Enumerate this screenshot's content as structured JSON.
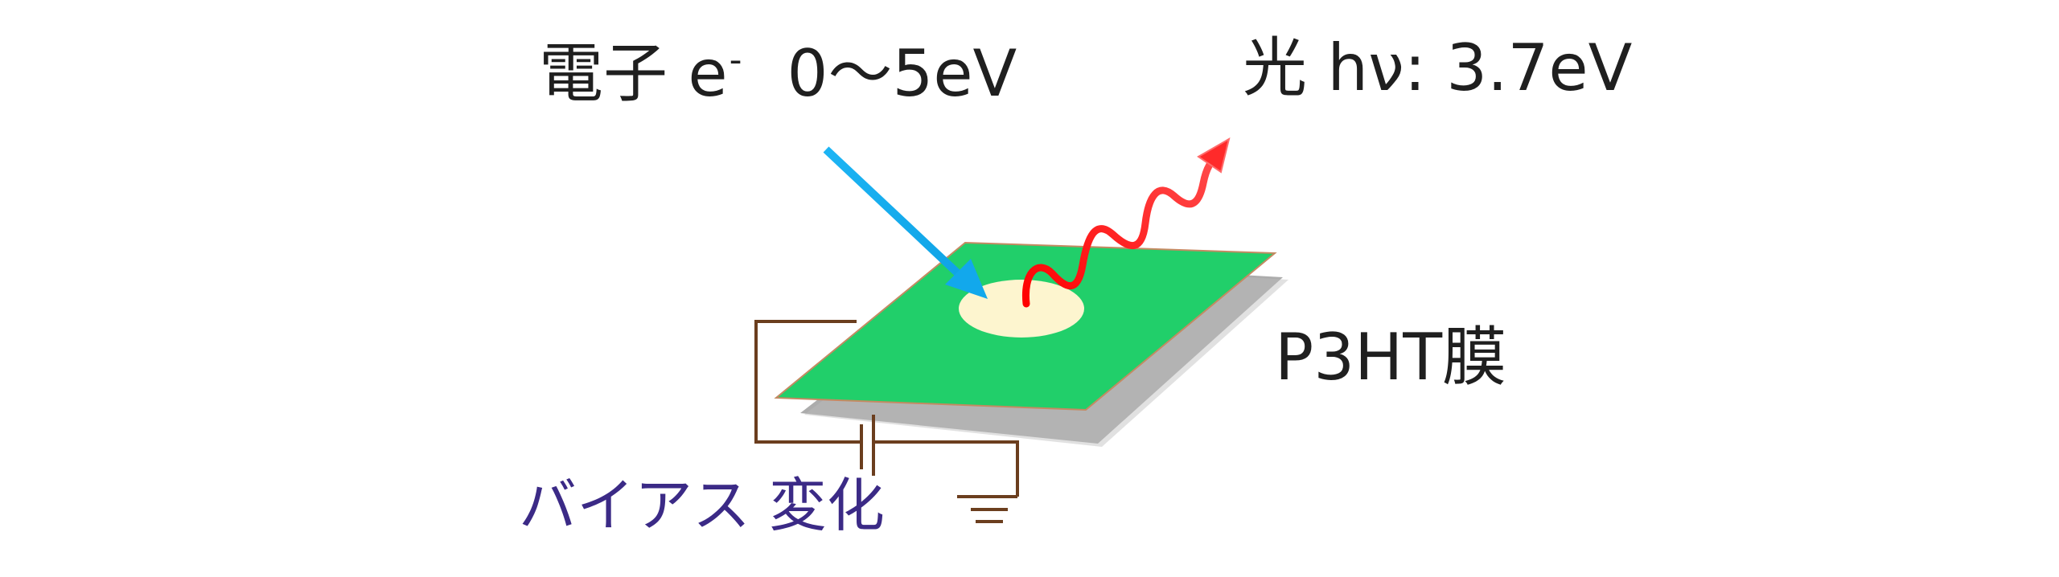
{
  "electron": {
    "label": "電子 e",
    "superscript": "-",
    "energy": "0〜5eV"
  },
  "photon": {
    "label": "光 hν: 3.7eV"
  },
  "film": {
    "label": "P3HT膜"
  },
  "bias": {
    "label": "バイアス 変化"
  },
  "colors": {
    "film_green": "#21cf6a",
    "film_edge": "#c48a62",
    "shadow": "#a6a6a6",
    "spot": "#fdf5cf",
    "electron_arrow": "#18aef0",
    "photon_wave": "#ff1010",
    "circuit_wire": "#6b3e1e",
    "bias_text": "#3b2a86",
    "text": "#1f1f1f"
  }
}
